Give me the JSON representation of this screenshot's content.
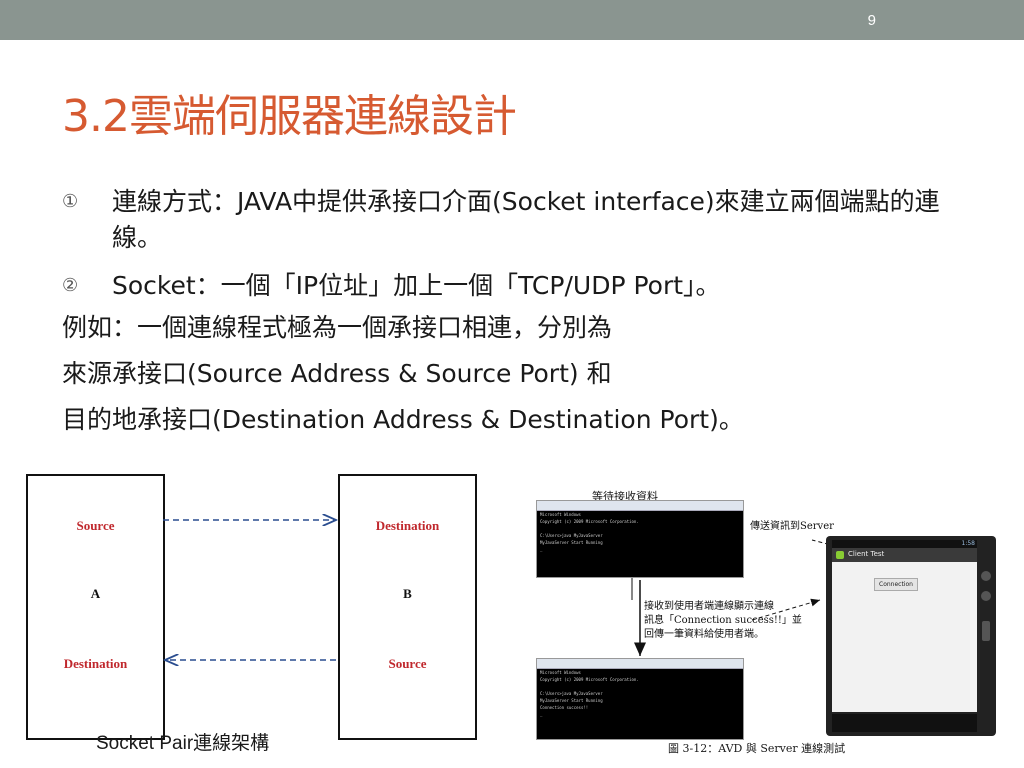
{
  "header": {
    "page_number": "9"
  },
  "slide": {
    "title": "3.2雲端伺服器連線設計",
    "bullets": [
      {
        "mark": "①",
        "text": "連線方式：JAVA中提供承接口介面(Socket interface)來建立兩個端點的連線。"
      },
      {
        "mark": "②",
        "text": "Socket：一個「IP位址」加上一個「TCP/UDP Port」。"
      }
    ],
    "lines": [
      "例如：一個連線程式極為一個承接口相連，分別為",
      "來源承接口(Source Address & Source Port)   和",
      "目的地承接口(Destination Address & Destination Port)。"
    ]
  },
  "diagram": {
    "box_a": {
      "top": "Source",
      "mid": "A",
      "bottom": "Destination"
    },
    "box_b": {
      "top": "Destination",
      "mid": "B",
      "bottom": "Source"
    },
    "caption": "Socket Pair連線架構"
  },
  "figure": {
    "title": "等待接收資料",
    "note_send": "傳送資訊到Server",
    "note_receive_1": "接收到使用者端連線顯示連線",
    "note_receive_2": "訊息「Connection success!!」並",
    "note_receive_3": "回傳一筆資料給使用者端。",
    "phone_app_title": "Client Test",
    "phone_time": "1:58",
    "phone_button": "Connection",
    "caption": "圖 3-12：AVD 與 Server 連線測試"
  },
  "colors": {
    "title": "#d65a31",
    "topbar": "#8a9590",
    "diagram_label": "#c0282d"
  }
}
